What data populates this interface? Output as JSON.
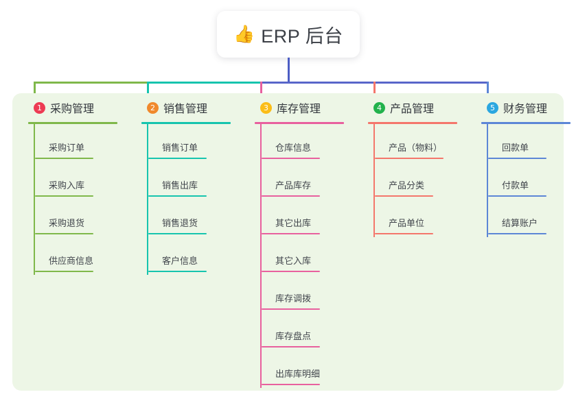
{
  "root": {
    "icon": "thumbs-up-icon",
    "icon_glyph": "👍",
    "title": "ERP 后台"
  },
  "colors": {
    "panel_bg": "#EDF6E6",
    "root_stem": "#4C5DC4",
    "bus_left": "#7FB84A",
    "bus_mid": "#16C4AE",
    "bus_right": "#5866C9",
    "branch_1": "#7FB84A",
    "branch_2": "#16C4AE",
    "branch_3": "#E8609E",
    "branch_4": "#F4766B",
    "branch_5": "#5C86D6",
    "badge_1": "#ED3B53",
    "badge_2": "#F0892C",
    "badge_3": "#FBBD18",
    "badge_4": "#22B24C",
    "badge_5": "#2BA7E0"
  },
  "branches": [
    {
      "number": "1",
      "title": "采购管理",
      "line_color": "#7FB84A",
      "badge_color": "#ED3B53",
      "children": [
        "采购订单",
        "采购入库",
        "采购退货",
        "供应商信息"
      ]
    },
    {
      "number": "2",
      "title": "销售管理",
      "line_color": "#16C4AE",
      "badge_color": "#F0892C",
      "children": [
        "销售订单",
        "销售出库",
        "销售退货",
        "客户信息"
      ]
    },
    {
      "number": "3",
      "title": "库存管理",
      "line_color": "#E8609E",
      "badge_color": "#FBBD18",
      "children": [
        "仓库信息",
        "产品库存",
        "其它出库",
        "其它入库",
        "库存调拨",
        "库存盘点",
        "出库库明细"
      ]
    },
    {
      "number": "4",
      "title": "产品管理",
      "line_color": "#F4766B",
      "badge_color": "#22B24C",
      "children": [
        "产品（物料）",
        "产品分类",
        "产品单位"
      ]
    },
    {
      "number": "5",
      "title": "财务管理",
      "line_color": "#5C86D6",
      "badge_color": "#2BA7E0",
      "children": [
        "回款单",
        "付款单",
        "结算账户"
      ]
    }
  ]
}
